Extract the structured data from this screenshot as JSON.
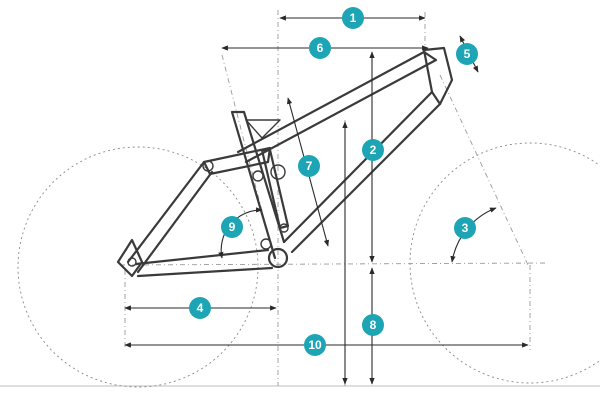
{
  "measurements": [
    {
      "id": "m1",
      "label": "1"
    },
    {
      "id": "m2",
      "label": "2"
    },
    {
      "id": "m3",
      "label": "3"
    },
    {
      "id": "m4",
      "label": "4"
    },
    {
      "id": "m5",
      "label": "5"
    },
    {
      "id": "m6",
      "label": "6"
    },
    {
      "id": "m7",
      "label": "7"
    },
    {
      "id": "m8",
      "label": "8"
    },
    {
      "id": "m9",
      "label": "9"
    },
    {
      "id": "m10",
      "label": "10"
    }
  ],
  "colors": {
    "badge": "#1ea5b5",
    "frame": "#3a3a3a",
    "guide": "#9a9a9a"
  }
}
